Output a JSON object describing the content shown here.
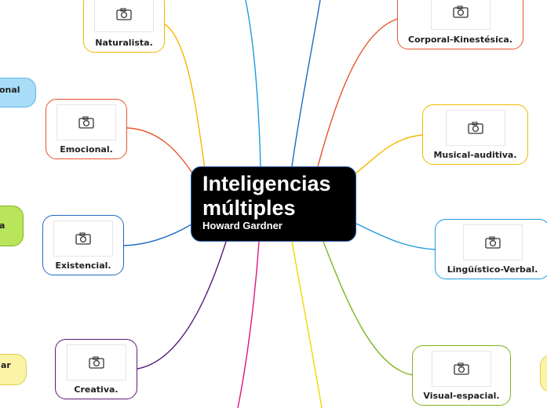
{
  "central": {
    "title_line1": "Inteligencias",
    "title_line2": "múltiples",
    "subtitle": "Howard Gardner"
  },
  "nodes": {
    "naturalista": {
      "label": "Naturalista.",
      "icon": "camera-icon",
      "color": "#f5b800"
    },
    "emocional": {
      "label": "Emocional.",
      "icon": "camera-icon",
      "color": "#e8542b"
    },
    "existencial": {
      "label": "Existencial.",
      "icon": "camera-icon",
      "color": "#1e6ac2"
    },
    "creativa": {
      "label": "Creativa.",
      "icon": "camera-icon",
      "color": "#5c1a7a"
    },
    "corporal": {
      "label": "Corporal-Kinestésica.",
      "icon": "camera-icon",
      "color": "#e8542b"
    },
    "musical": {
      "label": "Musical-auditiva.",
      "icon": "camera-icon",
      "color": "#f5b800"
    },
    "linguistico": {
      "label": "Lingüístico-Verbal.",
      "icon": "camera-icon",
      "color": "#1e9be0"
    },
    "visual": {
      "label": "Visual-espacial.",
      "icon": "camera-icon",
      "color": "#7fb51f"
    }
  },
  "side_nodes": {
    "intrapersonal_partial": {
      "label": "onal",
      "color": "#a8dcf7"
    },
    "green_partial": {
      "label": "a",
      "color": "#b9e55a"
    },
    "yellow_partial": {
      "label": "ar",
      "color": "#fbf3a6"
    }
  }
}
